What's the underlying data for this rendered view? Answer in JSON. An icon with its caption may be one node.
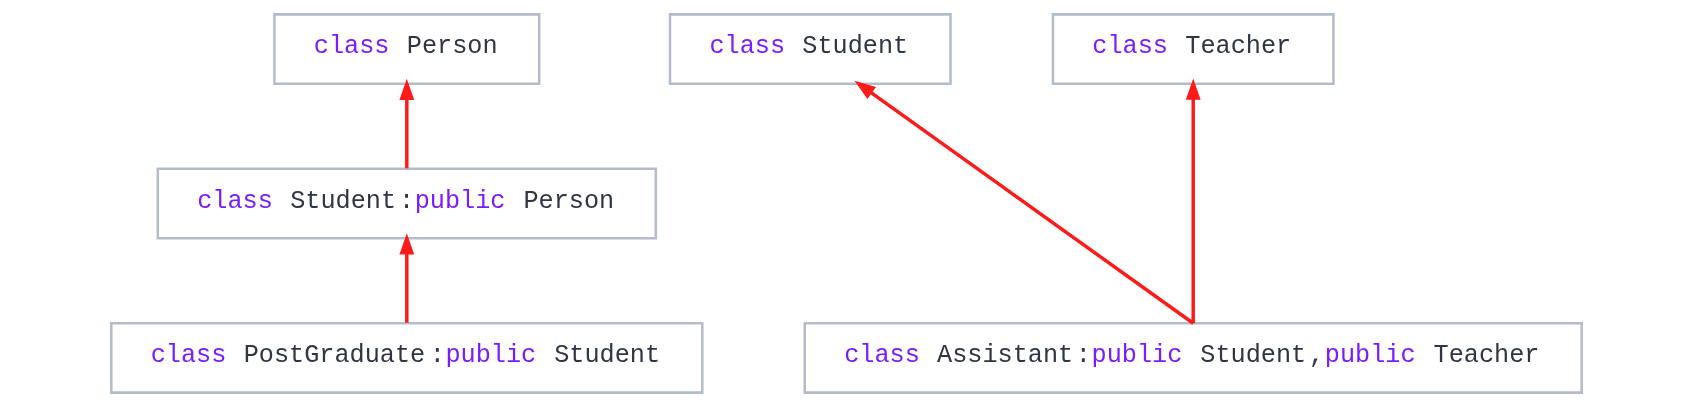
{
  "diagram": {
    "nodes": [
      {
        "text": [
          "class Person"
        ]
      },
      {
        "text": [
          "class Student:public Person"
        ]
      },
      {
        "text": [
          "class PostGraduate:public Student"
        ]
      },
      {
        "text": [
          "class Student"
        ]
      },
      {
        "text": [
          "class Teacher"
        ]
      },
      {
        "text": [
          "class Assistant:public Student,public Teacher"
        ]
      }
    ],
    "edges": [
      {
        "from": 1,
        "to": 0,
        "arrow": "to"
      },
      {
        "from": 2,
        "to": 1,
        "arrow": "to"
      },
      {
        "from": 5,
        "to": 3,
        "arrow": "to"
      },
      {
        "from": 5,
        "to": 4,
        "arrow": "to"
      }
    ]
  }
}
